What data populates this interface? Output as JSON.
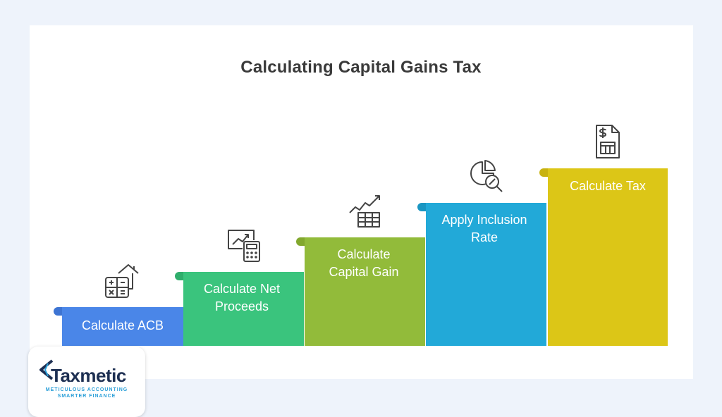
{
  "title": "Calculating Capital Gains Tax",
  "steps": [
    {
      "label": "Calculate ACB",
      "icon": "calculator-house-icon",
      "color": "#4a86e8"
    },
    {
      "label": "Calculate Net Proceeds",
      "icon": "chart-calculator-icon",
      "color": "#3ac47d"
    },
    {
      "label": "Calculate Capital Gain",
      "icon": "trend-table-icon",
      "color": "#92bb3a"
    },
    {
      "label": "Apply Inclusion Rate",
      "icon": "pie-magnifier-icon",
      "color": "#22a9d8"
    },
    {
      "label": "Calculate Tax",
      "icon": "tax-document-icon",
      "color": "#dcc617"
    }
  ],
  "logo": {
    "name": "Taxmetic",
    "tagline1": "METICULOUS ACCOUNTING",
    "tagline2": "SMARTER FINANCE",
    "color": "#1d2f52",
    "accent": "#2a9fd8"
  }
}
